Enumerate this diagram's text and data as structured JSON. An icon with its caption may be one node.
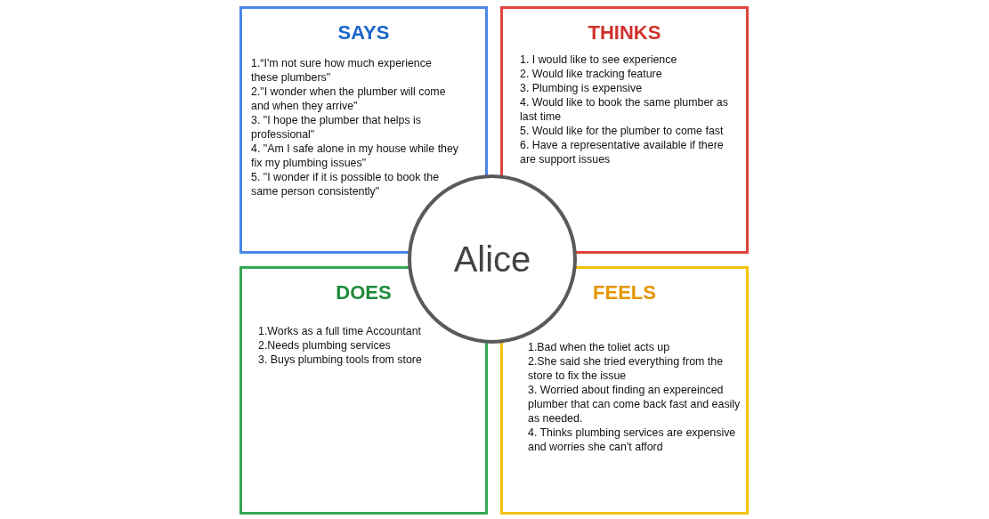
{
  "diagram": {
    "nodes": [
      {
        "text": [
          "SAYS",
          "1.“I'm not sure how much experience these plumbers\"",
          "2.\"I wonder when the plumber will come and when they arrive\"",
          "3. \"I hope the plumber that helps is professional\"",
          "4. \"Am I safe alone in my house while they fix my plumbing issues\"",
          "5. \"I wonder if it is possible to book the same person consistently\""
        ]
      },
      {
        "text": [
          "THINKS",
          "1. I would like to see experience",
          "2. Would like tracking feature",
          "3. Plumbing is expensive",
          "4. Would like to book the same plumber as last time",
          "5. Would like for the plumber to come fast",
          "6. Have a representative available if there are support issues"
        ]
      },
      {
        "text": [
          "DOES",
          "1.Works as a full time Accountant",
          "2.Needs plumbing services",
          "3. Buys plumbing tools from store"
        ]
      },
      {
        "text": [
          "FEELS",
          "1.Bad when the toliet acts up",
          "2.She said she tried everything from the store to fix the issue",
          "3. Worried about finding an expereinced plumber that can come back fast and easily as needed.",
          "4. Thinks plumbing services are expensive and worries she can't afford"
        ]
      },
      {
        "text": [
          "Alice"
        ]
      }
    ]
  }
}
